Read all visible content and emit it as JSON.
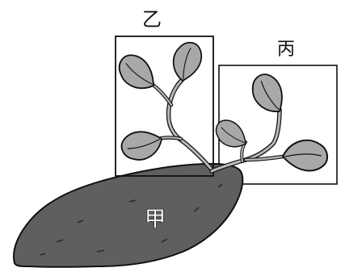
{
  "labels": {
    "tuber": "甲",
    "box_left": "乙",
    "box_right": "丙"
  },
  "colors": {
    "tuber_fill": "#5f5f5f",
    "leaf_fill": "#a8a8a8",
    "leaf_dark": "#7a7a7a",
    "stem_fill": "#b9b9b9",
    "outline": "#111111",
    "box_left_fill": "#ffffff",
    "box_right_fill": "#ffffff"
  },
  "icons": {
    "tuber": "sweet-potato",
    "leaf": "heart-shaped-leaf"
  }
}
